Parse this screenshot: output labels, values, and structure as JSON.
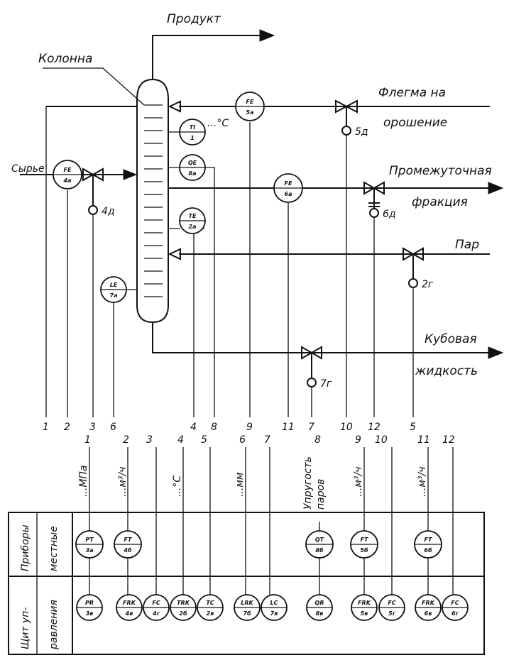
{
  "labels": {
    "product": "Продукт",
    "column": "Колонна",
    "reflux_line1": "Флегма на",
    "reflux_line2": "орошение",
    "feed": "Сырье",
    "intermediate_line1": "Промежуточная",
    "intermediate_line2": "фракция",
    "steam": "Пар",
    "bottoms_line1": "Кубовая",
    "bottoms_line2": "жидкость",
    "temp_unit": "...°C",
    "vapor_pressure_line1": "Упругость",
    "vapor_pressure_line2": "паров"
  },
  "field_instruments": [
    {
      "id": "fe4a",
      "l1": "FE",
      "l2": "4а"
    },
    {
      "id": "fe5a",
      "l1": "FE",
      "l2": "5а"
    },
    {
      "id": "ti1",
      "l1": "TI",
      "l2": "1"
    },
    {
      "id": "qe8a",
      "l1": "QE",
      "l2": "8а"
    },
    {
      "id": "fe6a",
      "l1": "FE",
      "l2": "6а"
    },
    {
      "id": "te2a",
      "l1": "TE",
      "l2": "2а"
    },
    {
      "id": "le7a",
      "l1": "LE",
      "l2": "7а"
    }
  ],
  "actuators": [
    "4д",
    "5д",
    "6д",
    "2г",
    "7г"
  ],
  "bottom_line_numbers": [
    "1",
    "2",
    "3",
    "6",
    "4",
    "8",
    "9",
    "11",
    "7",
    "10",
    "12",
    "5"
  ],
  "panel_numbers": [
    "1",
    "2",
    "3",
    "4",
    "5",
    "6",
    "7",
    "8",
    "9",
    "10",
    "11",
    "12"
  ],
  "units": [
    "...МПа",
    "...м³/ч",
    "...°C",
    "...мм",
    "...м³/ч",
    "...м³/ч"
  ],
  "panel_rows": {
    "local_line1": "Приборы",
    "local_line2": "местные",
    "control_line1": "Щит уп-",
    "control_line2": "равления"
  },
  "local_devices": [
    {
      "id": "pt3a",
      "l1": "PT",
      "l2": "3а"
    },
    {
      "id": "ft4b",
      "l1": "FT",
      "l2": "4б"
    },
    {
      "id": "qt8b",
      "l1": "QT",
      "l2": "8б"
    },
    {
      "id": "ft5b",
      "l1": "FT",
      "l2": "5б"
    },
    {
      "id": "ft6b",
      "l1": "FT",
      "l2": "6б"
    }
  ],
  "control_devices": [
    {
      "id": "pr3v",
      "l1": "PR",
      "l2": "3в"
    },
    {
      "id": "frk4v",
      "l1": "FRK",
      "l2": "4в"
    },
    {
      "id": "fc4g",
      "l1": "FC",
      "l2": "4г"
    },
    {
      "id": "trk2b",
      "l1": "TRK",
      "l2": "2б"
    },
    {
      "id": "tc2v",
      "l1": "TC",
      "l2": "2в"
    },
    {
      "id": "lrk7b",
      "l1": "LRK",
      "l2": "7б"
    },
    {
      "id": "lc7v",
      "l1": "LC",
      "l2": "7в"
    },
    {
      "id": "qr8v",
      "l1": "QR",
      "l2": "8в"
    },
    {
      "id": "frk5v",
      "l1": "FRK",
      "l2": "5в"
    },
    {
      "id": "fc5g",
      "l1": "FC",
      "l2": "5г"
    },
    {
      "id": "frk6v",
      "l1": "FRK",
      "l2": "6в"
    },
    {
      "id": "fc6g",
      "l1": "FC",
      "l2": "6г"
    }
  ]
}
